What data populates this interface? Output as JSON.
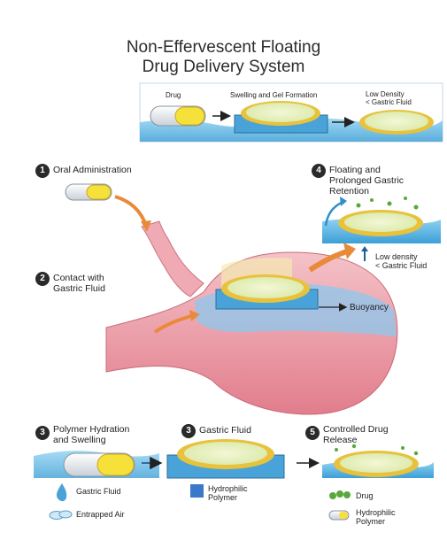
{
  "title": [
    "Non-Effervescent Floating",
    "Drug Delivery System"
  ],
  "top_panel": {
    "drug": "Drug",
    "swelling": "Swelling and Gel Formation",
    "low_density": [
      "Low Density",
      "< Gastric Fluid"
    ]
  },
  "steps": {
    "s1": {
      "num": "1",
      "label": [
        "Oral Administration"
      ]
    },
    "s2": {
      "num": "2",
      "label": [
        "Contact with",
        "Gastric Fluid"
      ]
    },
    "s3a": {
      "num": "3",
      "label": [
        "Polymer Hydration",
        "and Swelling"
      ]
    },
    "s3b": {
      "num": "3",
      "label": [
        "Gastric Fluid"
      ]
    },
    "s4": {
      "num": "4",
      "label": [
        "Floating and",
        "Prolonged Gastric",
        "Retention"
      ]
    },
    "s5": {
      "num": "5",
      "label": [
        "Controlled Drug",
        "Release"
      ]
    }
  },
  "annotations": {
    "low_density": [
      "Low density",
      "< Gastric Fluid"
    ],
    "buoyancy": "Buoyancy"
  },
  "legend": {
    "gastric_fluid": "Gastric Fluid",
    "entrapped_air": "Entrapped Air",
    "hydrophilic_polymer_left": [
      "Hydrophilic",
      "Polymer"
    ],
    "drug": "Drug",
    "hydrophilic_polymer_right": [
      "Hydrophilic",
      "Polymer"
    ]
  },
  "colors": {
    "fluid": "#5fb8e6",
    "fluid_dark": "#2f8fc9",
    "gel": "#e8f2c8",
    "granule": "#5aa83c",
    "ring": "#e8c23c",
    "stomach": "#e98a95",
    "arrow": "#e98a3a",
    "polymer_square": "#3a78c8"
  }
}
